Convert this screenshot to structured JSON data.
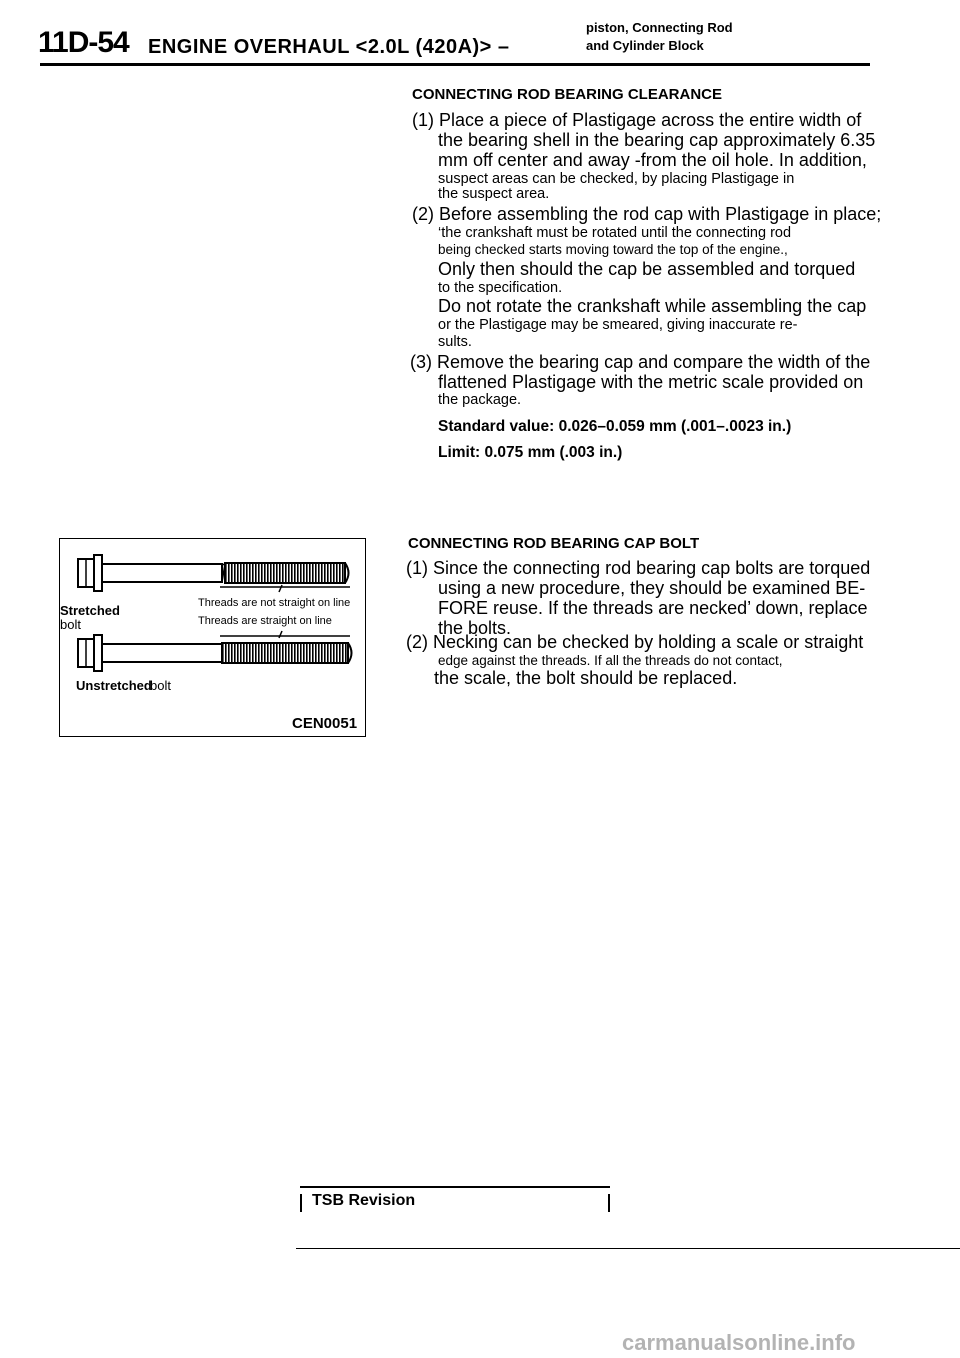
{
  "header": {
    "page_number": "11D-54",
    "section": "ENGINE  OVERHAUL  <2.0L (420A)> –",
    "subsection_line1": "piston, Connecting Rod",
    "subsection_line2": "and Cylinder Block"
  },
  "rod_clearance": {
    "heading": "CONNECTING ROD BEARING CLEARANCE",
    "lines": [
      "(1) Place a piece of Plastigage across the entire width of",
      "the bearing shell in the bearing cap approximately 6.35",
      "mm off center and away -from the oil hole. In addition,",
      "suspect areas can be checked, by placing Plastigage in",
      "the suspect area.",
      "(2) Before assembling the rod cap with Plastigage in place;",
      "‘the crankshaft must be rotated until the connecting rod",
      "being checked starts moving toward the top of the engine.,",
      "Only then should the cap be assembled and torqued",
      "to the specification.",
      "Do not rotate the crankshaft while assembling the cap",
      "or the Plastigage may be smeared, giving inaccurate re-",
      "sults.",
      "(3) Remove the bearing cap and compare the width of the",
      "flattened Plastigage with the metric scale provided on",
      "the package."
    ],
    "standard_value": "Standard value: 0.026–0.059 mm (.001–.0023 in.)",
    "limit": "Limit: 0.075 mm (.003 in.)"
  },
  "figure": {
    "threads_not_straight": "Threads are not straight on line",
    "threads_straight": "Threads are straight on line",
    "stretched_label": "Stretched",
    "stretched_bolt": "bolt",
    "unstretched_label": "Unstretched",
    "unstretched_bolt": "bolt",
    "code": "CEN0051"
  },
  "cap_bolt": {
    "heading": "CONNECTING ROD BEARING CAP BOLT",
    "lines": [
      "(1) Since the connecting rod bearing cap bolts are torqued",
      "using a new procedure, they should be examined BE-",
      "FORE reuse. If the threads are necked’ down, replace",
      "the bolts.",
      "(2) Necking can be checked by holding a scale or straight",
      "edge against the threads. If all the threads do not contact,",
      "the scale, the bolt should be replaced."
    ]
  },
  "footer": {
    "tsb": "TSB Revision",
    "watermark": "carmanualsonline.info"
  }
}
